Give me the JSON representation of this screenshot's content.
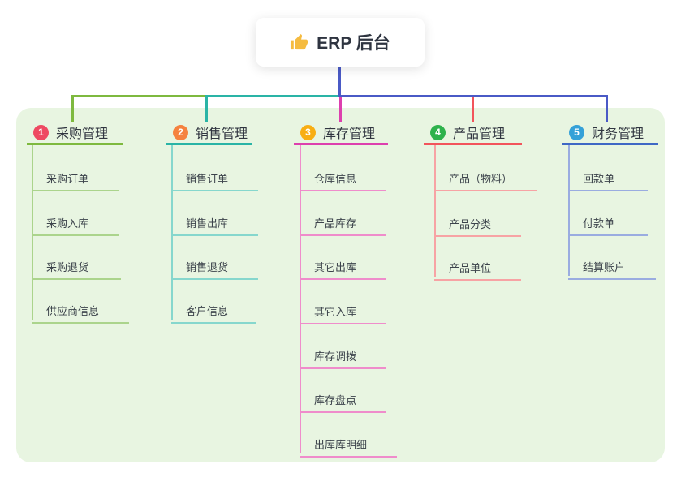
{
  "root": {
    "label": "ERP 后台",
    "icon": "thumbs-up-icon"
  },
  "colors": {
    "connector_blue": "#4a5ac6",
    "panel_bg": "#e8f5e1",
    "branch_lines": [
      "#7eb93f",
      "#2ab4a6",
      "#dd3fae",
      "#f2545b",
      "#3f68c5"
    ],
    "branch_lines_light": [
      "#abd48c",
      "#86d7cd",
      "#ef8ccb",
      "#f7a3a4",
      "#9aace0"
    ],
    "badges": [
      "#ee4a62",
      "#f5823f",
      "#f8ae13",
      "#2eb24c",
      "#35a1d8"
    ]
  },
  "branches": [
    {
      "number": "1",
      "label": "采购管理",
      "children": [
        "采购订单",
        "采购入库",
        "采购退货",
        "供应商信息"
      ]
    },
    {
      "number": "2",
      "label": "销售管理",
      "children": [
        "销售订单",
        "销售出库",
        "销售退货",
        "客户信息"
      ]
    },
    {
      "number": "3",
      "label": "库存管理",
      "children": [
        "仓库信息",
        "产品库存",
        "其它出库",
        "其它入库",
        "库存调拨",
        "库存盘点",
        "出库库明细"
      ]
    },
    {
      "number": "4",
      "label": "产品管理",
      "children": [
        "产品（物料）",
        "产品分类",
        "产品单位"
      ]
    },
    {
      "number": "5",
      "label": "财务管理",
      "children": [
        "回款单",
        "付款单",
        "结算账户"
      ]
    }
  ]
}
